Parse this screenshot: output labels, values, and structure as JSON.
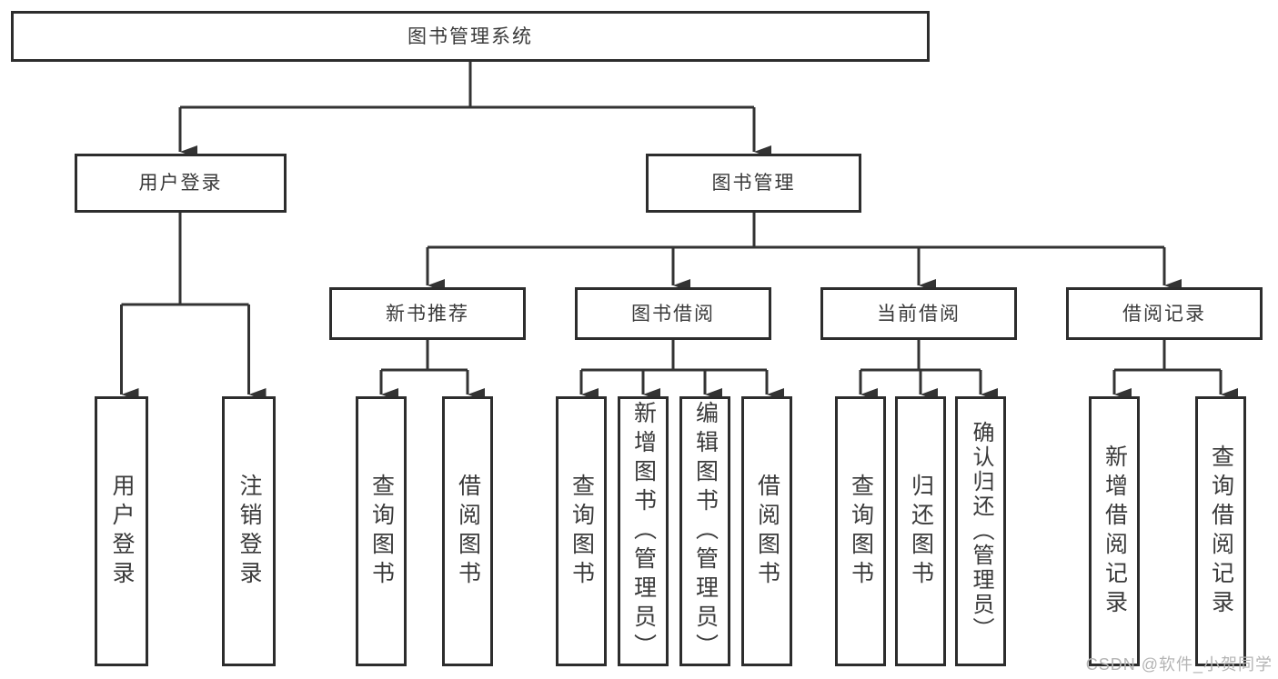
{
  "tree": {
    "label": "图书管理系统",
    "children": [
      {
        "label": "用户登录",
        "children": [
          {
            "label": "用户登录"
          },
          {
            "label": "注销登录"
          }
        ]
      },
      {
        "label": "图书管理",
        "children": [
          {
            "label": "新书推荐",
            "children": [
              {
                "label": "查询图书"
              },
              {
                "label": "借阅图书"
              }
            ]
          },
          {
            "label": "图书借阅",
            "children": [
              {
                "label": "查询图书"
              },
              {
                "label": "新增图书（管理员）"
              },
              {
                "label": "编辑图书（管理员）"
              },
              {
                "label": "借阅图书"
              }
            ]
          },
          {
            "label": "当前借阅",
            "children": [
              {
                "label": "查询图书"
              },
              {
                "label": "归还图书"
              },
              {
                "label": "确认归还（管理员）"
              }
            ]
          },
          {
            "label": "借阅记录",
            "children": [
              {
                "label": "新增借阅记录"
              },
              {
                "label": "查询借阅记录"
              }
            ]
          }
        ]
      }
    ]
  },
  "watermark": {
    "text": "CSDN @软件_小贺同学"
  },
  "colors": {
    "line": "#333333",
    "box_border": "#2d2d2d",
    "text": "#3a3a3a",
    "watermark": "#b4b4b4"
  }
}
